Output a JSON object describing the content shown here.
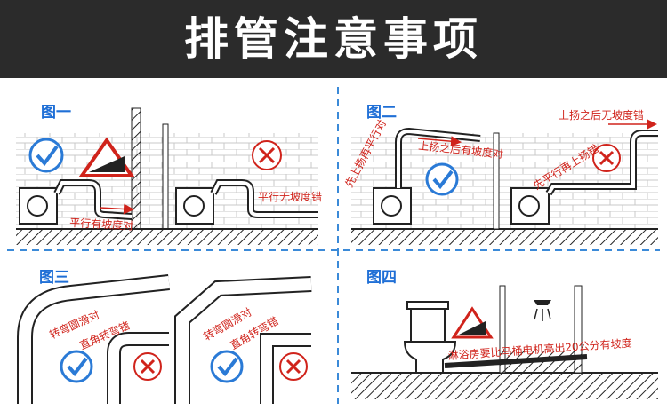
{
  "banner": {
    "title": "排管注意事项"
  },
  "panels": {
    "fig1": {
      "label": "图一",
      "correct_note": "平行有坡度对",
      "wrong_note": "平行无坡度错"
    },
    "fig2": {
      "label": "图二",
      "note_lift_then_flat": "先上扬再平行对",
      "note_slope_after_lift": "上扬之后有坡度对",
      "note_flat_then_lift": "先平行再上扬错",
      "note_no_slope_after_lift": "上扬之后无坡度错"
    },
    "fig3": {
      "label": "图三",
      "smooth_turn_right": "转弯圆滑对",
      "right_angle_wrong_a": "直角转弯错",
      "smooth_turn_right_b": "转弯圆滑对",
      "right_angle_wrong_b": "直角转弯错"
    },
    "fig4": {
      "label": "图四",
      "note": "淋浴房要比马桶电机高出20公分有坡度"
    }
  },
  "colors": {
    "banner_bg": "#2b2b2b",
    "label_blue": "#1f6fd6",
    "warn_red": "#d0231b",
    "check_blue": "#2a7ad6",
    "divider_blue": "#3b8ad8"
  }
}
